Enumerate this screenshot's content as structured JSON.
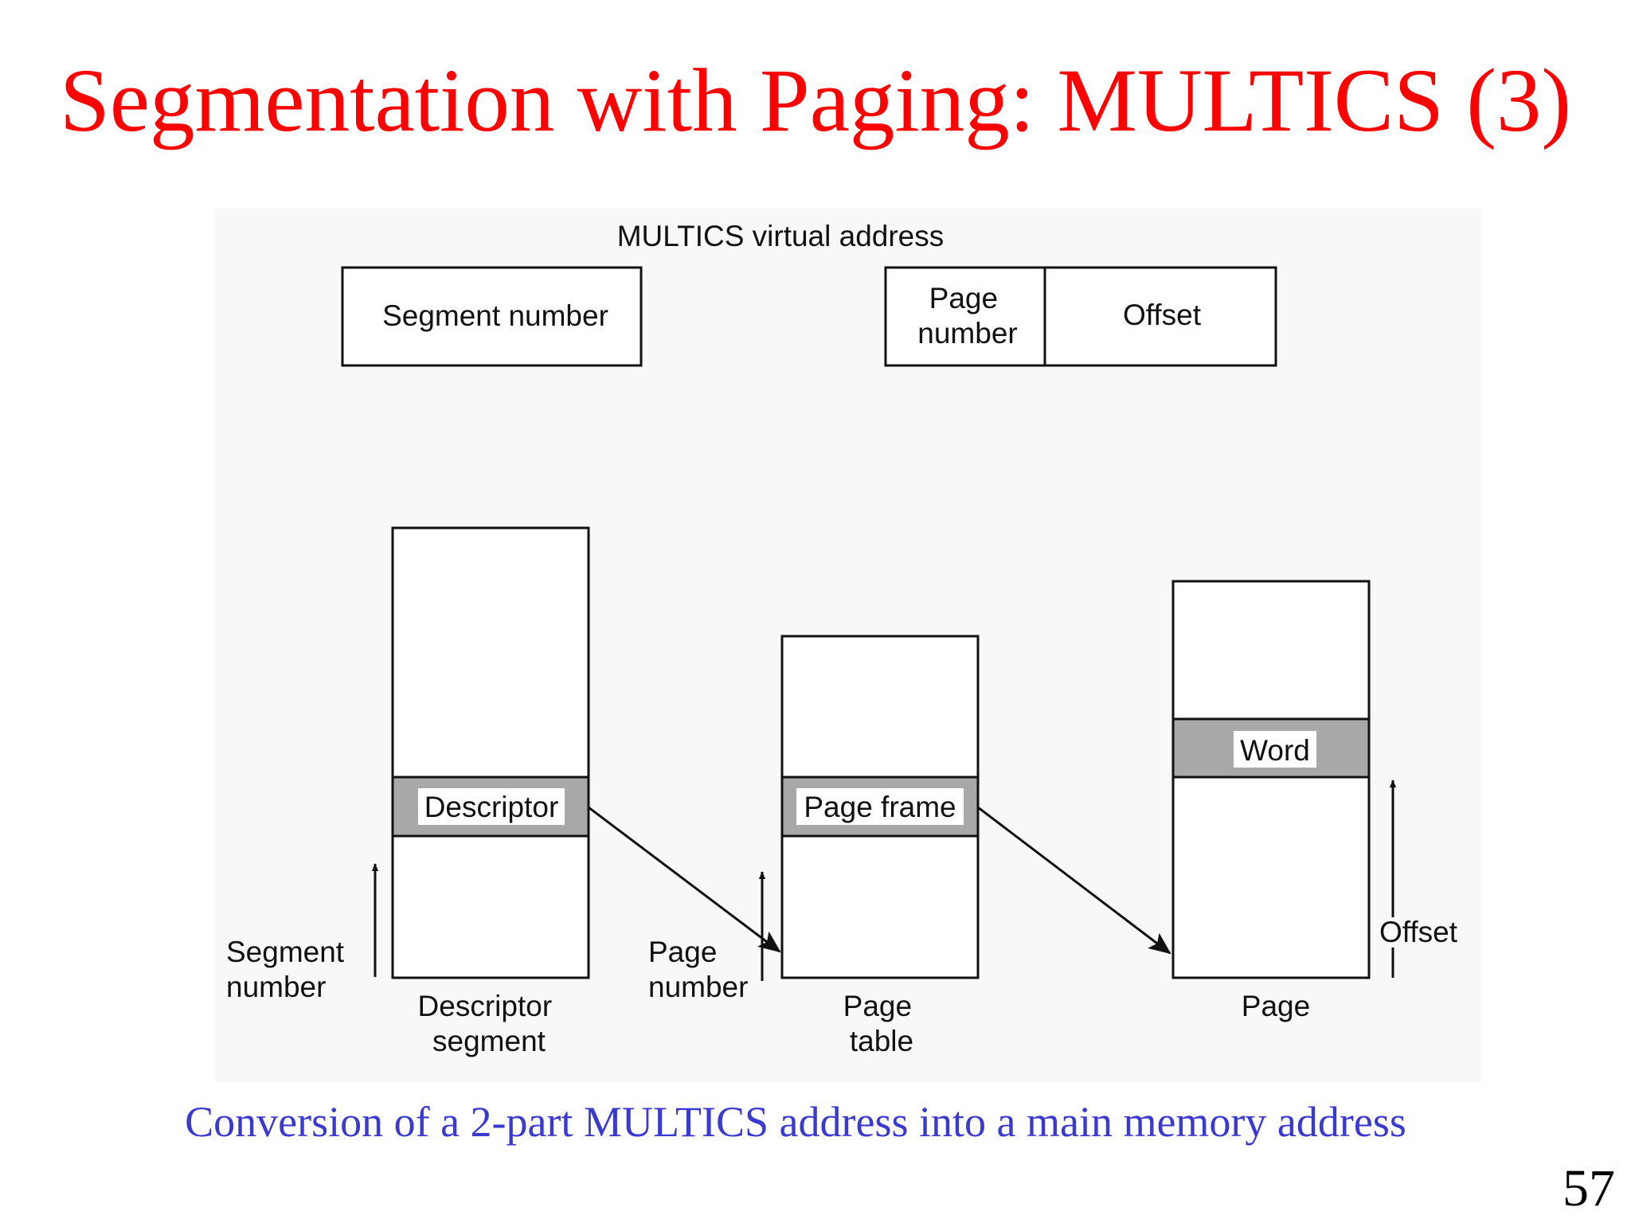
{
  "slide": {
    "title": "Segmentation with Paging: MULTICS (3)",
    "caption": "Conversion of a 2-part MULTICS address into a main memory address",
    "page_number": "57"
  },
  "virtual_address": {
    "heading": "MULTICS virtual address",
    "segment_field": "Segment number",
    "page_field": [
      "Page",
      "number"
    ],
    "offset_field": "Offset"
  },
  "columns": {
    "descriptor_segment": {
      "entry": "Descriptor",
      "label": [
        "Descriptor",
        "segment"
      ],
      "index_label": [
        "Segment",
        "number"
      ]
    },
    "page_table": {
      "entry": "Page frame",
      "label": [
        "Page",
        "table"
      ],
      "index_label": [
        "Page",
        "number"
      ]
    },
    "page": {
      "entry": "Word",
      "label": "Page",
      "index_label": "Offset"
    }
  },
  "colors": {
    "title": "#ff0000",
    "caption": "#3a3ad0",
    "entry_fill": "#a8a8a8",
    "line": "#111111"
  }
}
